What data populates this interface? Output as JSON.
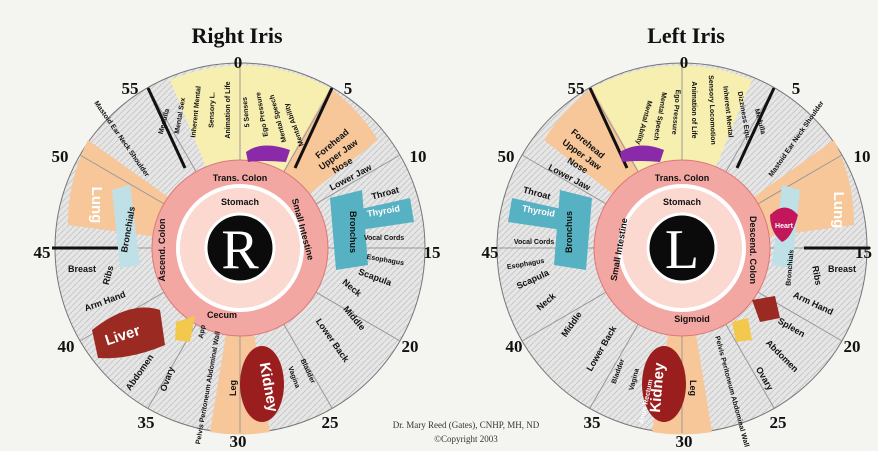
{
  "right_iris": {
    "title": "Right Iris",
    "center_letter": "R",
    "numbers": [
      "0",
      "5",
      "10",
      "15",
      "20",
      "25",
      "30",
      "35",
      "40",
      "45",
      "50",
      "55"
    ],
    "labels": {
      "trans_colon": "Trans. Colon",
      "stomach": "Stomach",
      "small_intestine": "Small Intestine",
      "ascend_colon": "Ascend. Colon",
      "cecum": "Cecum",
      "lung": "Lung",
      "bronchials": "Bronchials",
      "breast": "Breast",
      "ribs": "Ribs",
      "arm_hand": "Arm Hand",
      "liver": "Liver",
      "abdomen": "Abdomen",
      "ovary": "Ovary",
      "app": "App",
      "pelvis": "Pelvis Peritoneum Abdominal Wall",
      "leg": "Leg",
      "kidney": "Kidney",
      "vagina": "Vagina",
      "bladder": "Bladder",
      "lower_back": "Lower Back",
      "middle": "Middle",
      "neck": "Neck",
      "scapula": "Scapula",
      "esophagus": "Esophagus",
      "vocal_cords": "Vocal Cords",
      "thyroid": "Thyroid",
      "throat": "Throat",
      "bronchus": "Bronchus",
      "lower_jaw": "Lower Jaw",
      "nose": "Nose",
      "upper_jaw": "Upper Jaw",
      "forehead": "Forehead",
      "mastoid": "Mastoid Ear Neck Shoulder",
      "medulla": "Medulla",
      "mental_sex": "Mental Sex",
      "inherent_mental": "Inherent Mental",
      "sensory": "Sensory L.",
      "animation": "Animation of Life",
      "senses": "5 Senses",
      "ego_pressure": "Ego Pressure",
      "mental_speech": "Mental Speech",
      "mental_ability": "Mental Ability"
    }
  },
  "left_iris": {
    "title": "Left Iris",
    "center_letter": "L",
    "numbers": [
      "0",
      "5",
      "10",
      "15",
      "20",
      "25",
      "30",
      "35",
      "40",
      "45",
      "50",
      "55"
    ],
    "labels": {
      "trans_colon": "Trans. Colon",
      "stomach": "Stomach",
      "small_intestine": "Small Intestine",
      "descend_colon": "Descend. Colon",
      "sigmoid": "Sigmoid",
      "lung": "Lung",
      "bronchials": "Bronchials",
      "heart": "Heart",
      "breast": "Breast",
      "ribs": "Ribs",
      "arm_hand": "Arm Hand",
      "spleen": "Spleen",
      "abdomen": "Abdomen",
      "ovary": "Ovary",
      "pelvis": "Pelvis Peritoneum Abdominal Wall",
      "leg": "Leg",
      "kidney": "Kidney",
      "vagina": "Vagina",
      "bladder": "Bladder",
      "anus_rectum": "Anus Rectum",
      "lower_back": "Lower Back",
      "middle": "Middle",
      "neck": "Neck",
      "scapula": "Scapula",
      "esophagus": "Esophagus",
      "vocal_cords": "Vocal Cords",
      "thyroid": "Thyroid",
      "throat": "Throat",
      "bronchus": "Bronchus",
      "lower_jaw": "Lower Jaw",
      "nose": "Nose",
      "upper_jaw": "Upper Jaw",
      "forehead": "Forehead",
      "mastoid": "Mastoid Ear Neck Shoulder",
      "medulla": "Medulla",
      "dizziness": "Dizziness Equ.",
      "inherent_mental": "Inherent Mental",
      "sensory_locomotion": "Sensory Locomotion",
      "animation": "Animation of Life",
      "ego_pressure": "Ego Pressure",
      "mental_speech": "Mental Speech",
      "mental_ability": "Mental Ability"
    }
  },
  "credit": {
    "line1": "Dr. Mary Reed (Gates), CNHP, MH, ND",
    "line2": "©Copyright 2003"
  },
  "colors": {
    "outer_gray": "#d2d2d2",
    "brain_yellow": "#f6efb0",
    "skin": "#f7c79a",
    "pink_ring": "#f3a7a2",
    "light_pink": "#fbd8d0",
    "teal": "#56b2c2",
    "liver": "#9b2a22",
    "kidney": "#9b1e1e",
    "purple": "#8a2aa8",
    "center": "#0b0b0b"
  }
}
